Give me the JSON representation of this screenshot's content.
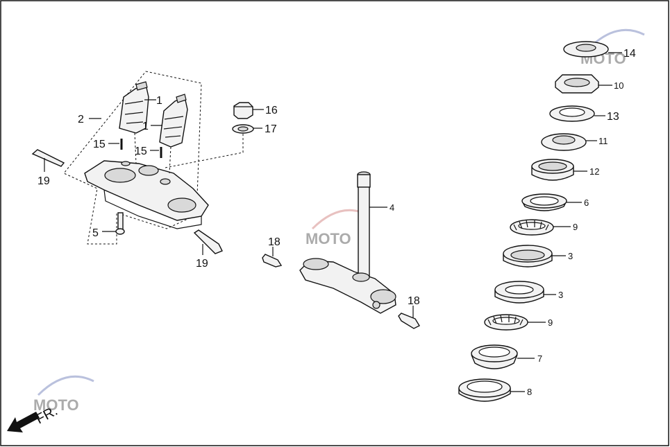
{
  "labels": {
    "p1a": "1",
    "p1b": "1",
    "p2": "2",
    "p3a": "3",
    "p3b": "3",
    "p4": "4",
    "p5": "5",
    "p6": "6",
    "p7": "7",
    "p8": "8",
    "p9a": "9",
    "p9b": "9",
    "p10": "10",
    "p11": "11",
    "p12": "12",
    "p13": "13",
    "p14": "14",
    "p15a": "15",
    "p15b": "15",
    "p16": "16",
    "p17": "17",
    "p18a": "18",
    "p18b": "18",
    "p19a": "19",
    "p19b": "19"
  },
  "direction_marker": {
    "text": "FR.",
    "icon": "arrow-down-left-icon"
  },
  "watermark": {
    "text": "MOTO",
    "icon": "moto-logo-watermark"
  },
  "colors": {
    "line": "#111111",
    "part_fill": "#f2f2f2",
    "watermark": "#c0504d"
  }
}
